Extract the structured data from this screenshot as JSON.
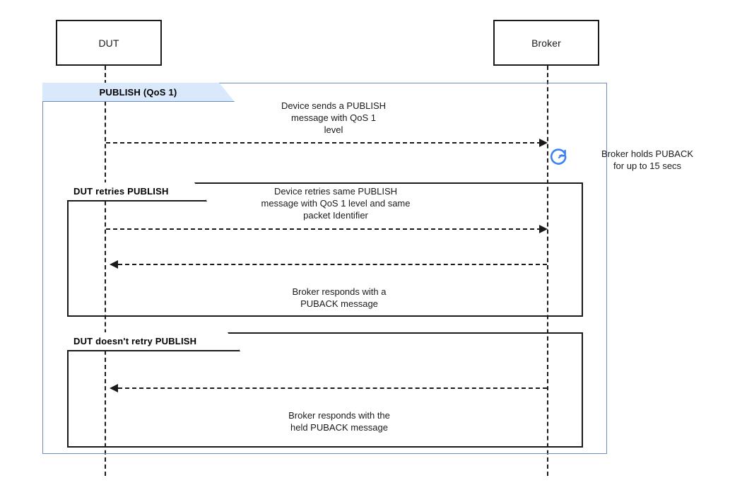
{
  "diagram": {
    "title": "MQTT QoS 1 PUBLISH / PUBACK sequence",
    "type": "sequence-diagram",
    "colors": {
      "fragment_fill": "#dae8fc",
      "fragment_border": "#6c8ebf",
      "line": "#1a1a1a",
      "timer_icon": "#3b82f6"
    }
  },
  "participants": [
    {
      "id": "dut",
      "label": "DUT"
    },
    {
      "id": "broker",
      "label": "Broker"
    }
  ],
  "fragments": [
    {
      "id": "publish-qos1",
      "label": "PUBLISH (QoS 1)",
      "style": "outer"
    },
    {
      "id": "dut-retries-publish",
      "label": "DUT retries PUBLISH",
      "style": "inner"
    },
    {
      "id": "dut-doesnt-retry-publish",
      "label": "DUT doesn't retry PUBLISH",
      "style": "inner"
    }
  ],
  "messages": [
    {
      "id": "msg-publish",
      "direction": "right",
      "from": "dut",
      "to": "broker",
      "caption": "Device sends a PUBLISH\nmessage with QoS 1\nlevel"
    },
    {
      "id": "msg-publish-retry",
      "direction": "right",
      "from": "dut",
      "to": "broker",
      "caption": "Device retries same PUBLISH\nmessage with QoS 1 level and same\npacket Identifier"
    },
    {
      "id": "msg-puback",
      "direction": "left",
      "from": "broker",
      "to": "dut",
      "caption": "Broker responds with a\nPUBACK message"
    },
    {
      "id": "msg-held-puback",
      "direction": "left",
      "from": "broker",
      "to": "dut",
      "caption": "Broker responds with the\nheld PUBACK message"
    }
  ],
  "notes": [
    {
      "id": "broker-holds-puback",
      "icon": "timer-icon",
      "text": "Broker holds PUBACK\nfor up to 15 secs"
    }
  ]
}
